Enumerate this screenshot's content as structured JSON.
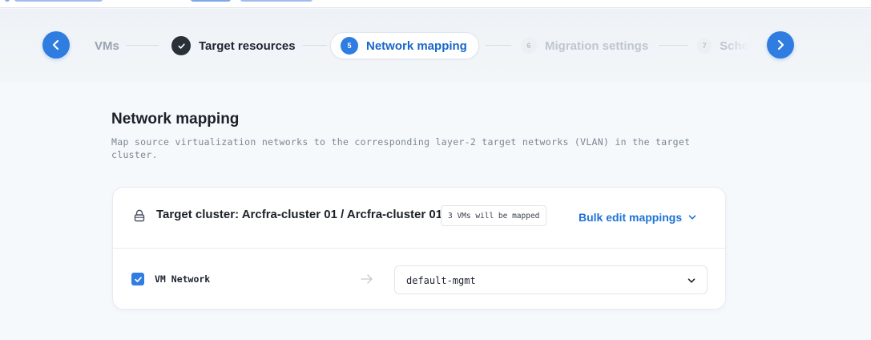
{
  "stepper": {
    "steps": [
      {
        "label": "VMs",
        "number": "",
        "state": "done"
      },
      {
        "label": "Target resources",
        "number": "",
        "state": "done"
      },
      {
        "label": "Network mapping",
        "number": "5",
        "state": "active"
      },
      {
        "label": "Migration settings",
        "number": "6",
        "state": "pending"
      },
      {
        "label": "Sche",
        "number": "7",
        "state": "pending"
      }
    ],
    "icons": {
      "prev": "chevron-left-icon",
      "next": "chevron-right-icon",
      "done": "check-icon"
    }
  },
  "page": {
    "title": "Network mapping",
    "description": "Map source virtualization networks to the corresponding layer-2 target networks (VLAN) in the target cluster."
  },
  "card": {
    "cluster_label": "Target cluster: Arcfra-cluster 01 / Arcfra-cluster 01",
    "vm_badge": "3 VMs will be mapped",
    "bulk_edit_label": "Bulk edit mappings",
    "rows": [
      {
        "checked": true,
        "source_network": "VM Network",
        "target_network": "default-mgmt"
      }
    ]
  },
  "colors": {
    "accent": "#2f7de1",
    "link": "#1f73d6",
    "background": "#f6f9fc"
  }
}
